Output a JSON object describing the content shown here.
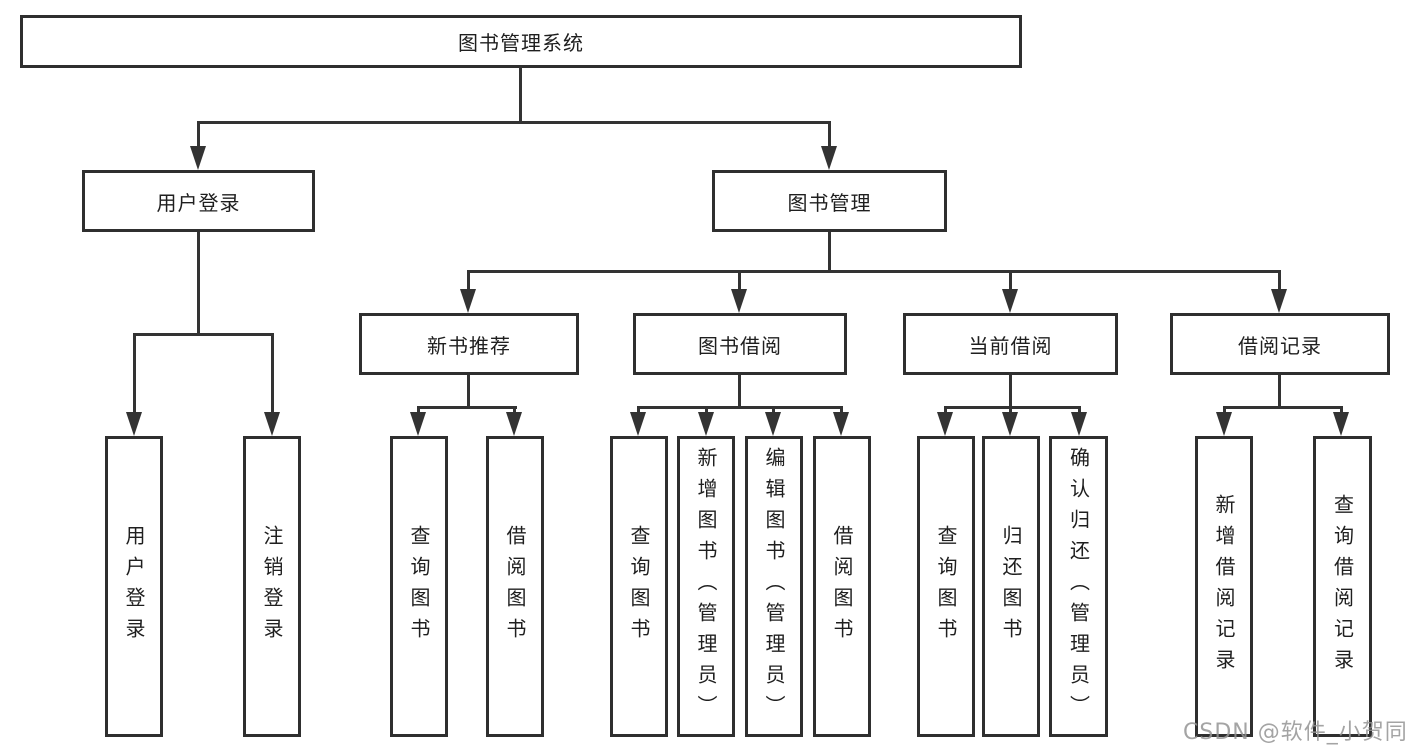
{
  "diagram": {
    "colors": {
      "line": "#333333",
      "border": "#2f2f2f",
      "box_bg": "#ffffff",
      "text": "#1f1f1f",
      "watermark": "#949494"
    },
    "tree": {
      "label": "图书管理系统",
      "children": [
        {
          "label": "用户登录",
          "children": [
            {
              "label": "用户登录"
            },
            {
              "label": "注销登录"
            }
          ]
        },
        {
          "label": "图书管理",
          "children": [
            {
              "label": "新书推荐",
              "children": [
                {
                  "label": "查询图书"
                },
                {
                  "label": "借阅图书"
                }
              ]
            },
            {
              "label": "图书借阅",
              "children": [
                {
                  "label": "查询图书"
                },
                {
                  "label": "新增图书（管理员）"
                },
                {
                  "label": "编辑图书（管理员）"
                },
                {
                  "label": "借阅图书"
                }
              ]
            },
            {
              "label": "当前借阅",
              "children": [
                {
                  "label": "查询图书"
                },
                {
                  "label": "归还图书"
                },
                {
                  "label": "确认归还（管理员）"
                }
              ]
            },
            {
              "label": "借阅记录",
              "children": [
                {
                  "label": "新增借阅记录"
                },
                {
                  "label": "查询借阅记录"
                }
              ]
            }
          ]
        }
      ]
    },
    "watermark": {
      "text": "CSDN @软件_小贺同学"
    }
  }
}
